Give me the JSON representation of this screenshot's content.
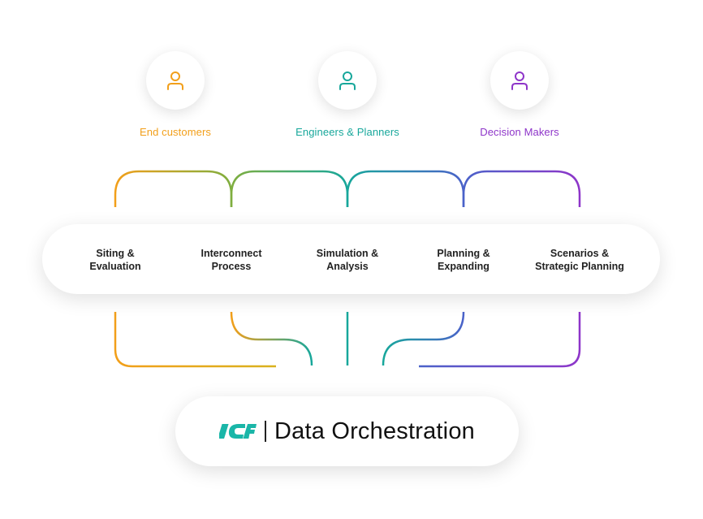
{
  "personas": [
    {
      "label": "End customers",
      "color": "#f29f1a",
      "icon": "person-icon"
    },
    {
      "label": "Engineers & Planners",
      "color": "#17a79b",
      "icon": "person-icon"
    },
    {
      "label": "Decision Makers",
      "color": "#8e35c9",
      "icon": "person-icon"
    }
  ],
  "stages": [
    "Siting &\nEvaluation",
    "Interconnect\nProcess",
    "Simulation &\nAnalysis",
    "Planning &\nExpanding",
    "Scenarios &\nStrategic Planning"
  ],
  "orchestration": {
    "logo_text": "ICF",
    "logo_color": "#1ab6a8",
    "title": "Data Orchestration"
  },
  "colors": {
    "orange": "#f29f1a",
    "green": "#7fae3f",
    "teal": "#17a79b",
    "blue": "#4a62c9",
    "purple": "#8e35c9"
  }
}
